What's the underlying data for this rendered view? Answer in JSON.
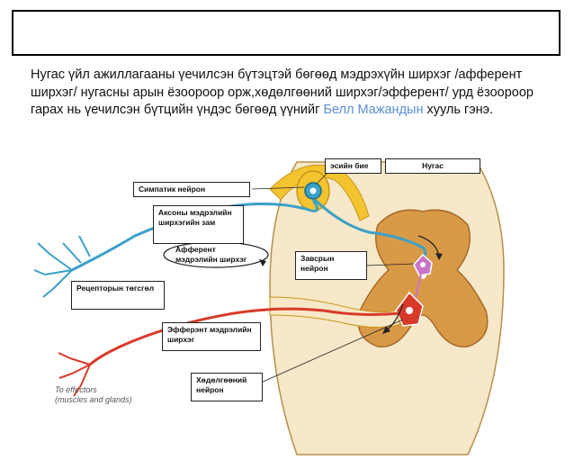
{
  "paragraph": {
    "before": "Нугас үйл ажиллагааны үечилсэн бүтэцтэй бөгөөд мэдрэхүйн ширхэг /афферент ширхэг/ нугасны арын ёзоороор орж,хөдөлгөөний ширхэг/эфферент/ урд ёзоороор гарах нь үечилсэн бүтцийн үндэс бөгөөд үүнийг",
    "highlight": "Белл Мажандын",
    "after": "хууль гэнэ."
  },
  "labels": {
    "cell_body": "эсийн бие",
    "spinal_cord": "Нугас",
    "sympathetic_neuron": "Симпатик нейрон",
    "axon_path": "Аксоны мэдрэлийн ширхэгийн зам",
    "afferent_fiber": "Афферент мэдрэлийн ширхэг",
    "interneuron": "Завсрын нейрон",
    "receptor_ending": "Рецепторын төгсгөл",
    "efferent_fiber": "Эфферэнт мэдрэлийн ширхэг",
    "motor_neuron": "Хөдөлгөөний нейрон",
    "to_effectors_1": "To effectors",
    "to_effectors_2": "(muscles and glands)"
  },
  "colors": {
    "sensory": "#3aa0c8",
    "motor": "#d83a2a",
    "ganglion": "#f4c430",
    "grey_matter": "#c88a3a",
    "white_matter": "#f6e8c8",
    "interneuron": "#c873c8",
    "highlight_text": "#5b8fd1"
  }
}
